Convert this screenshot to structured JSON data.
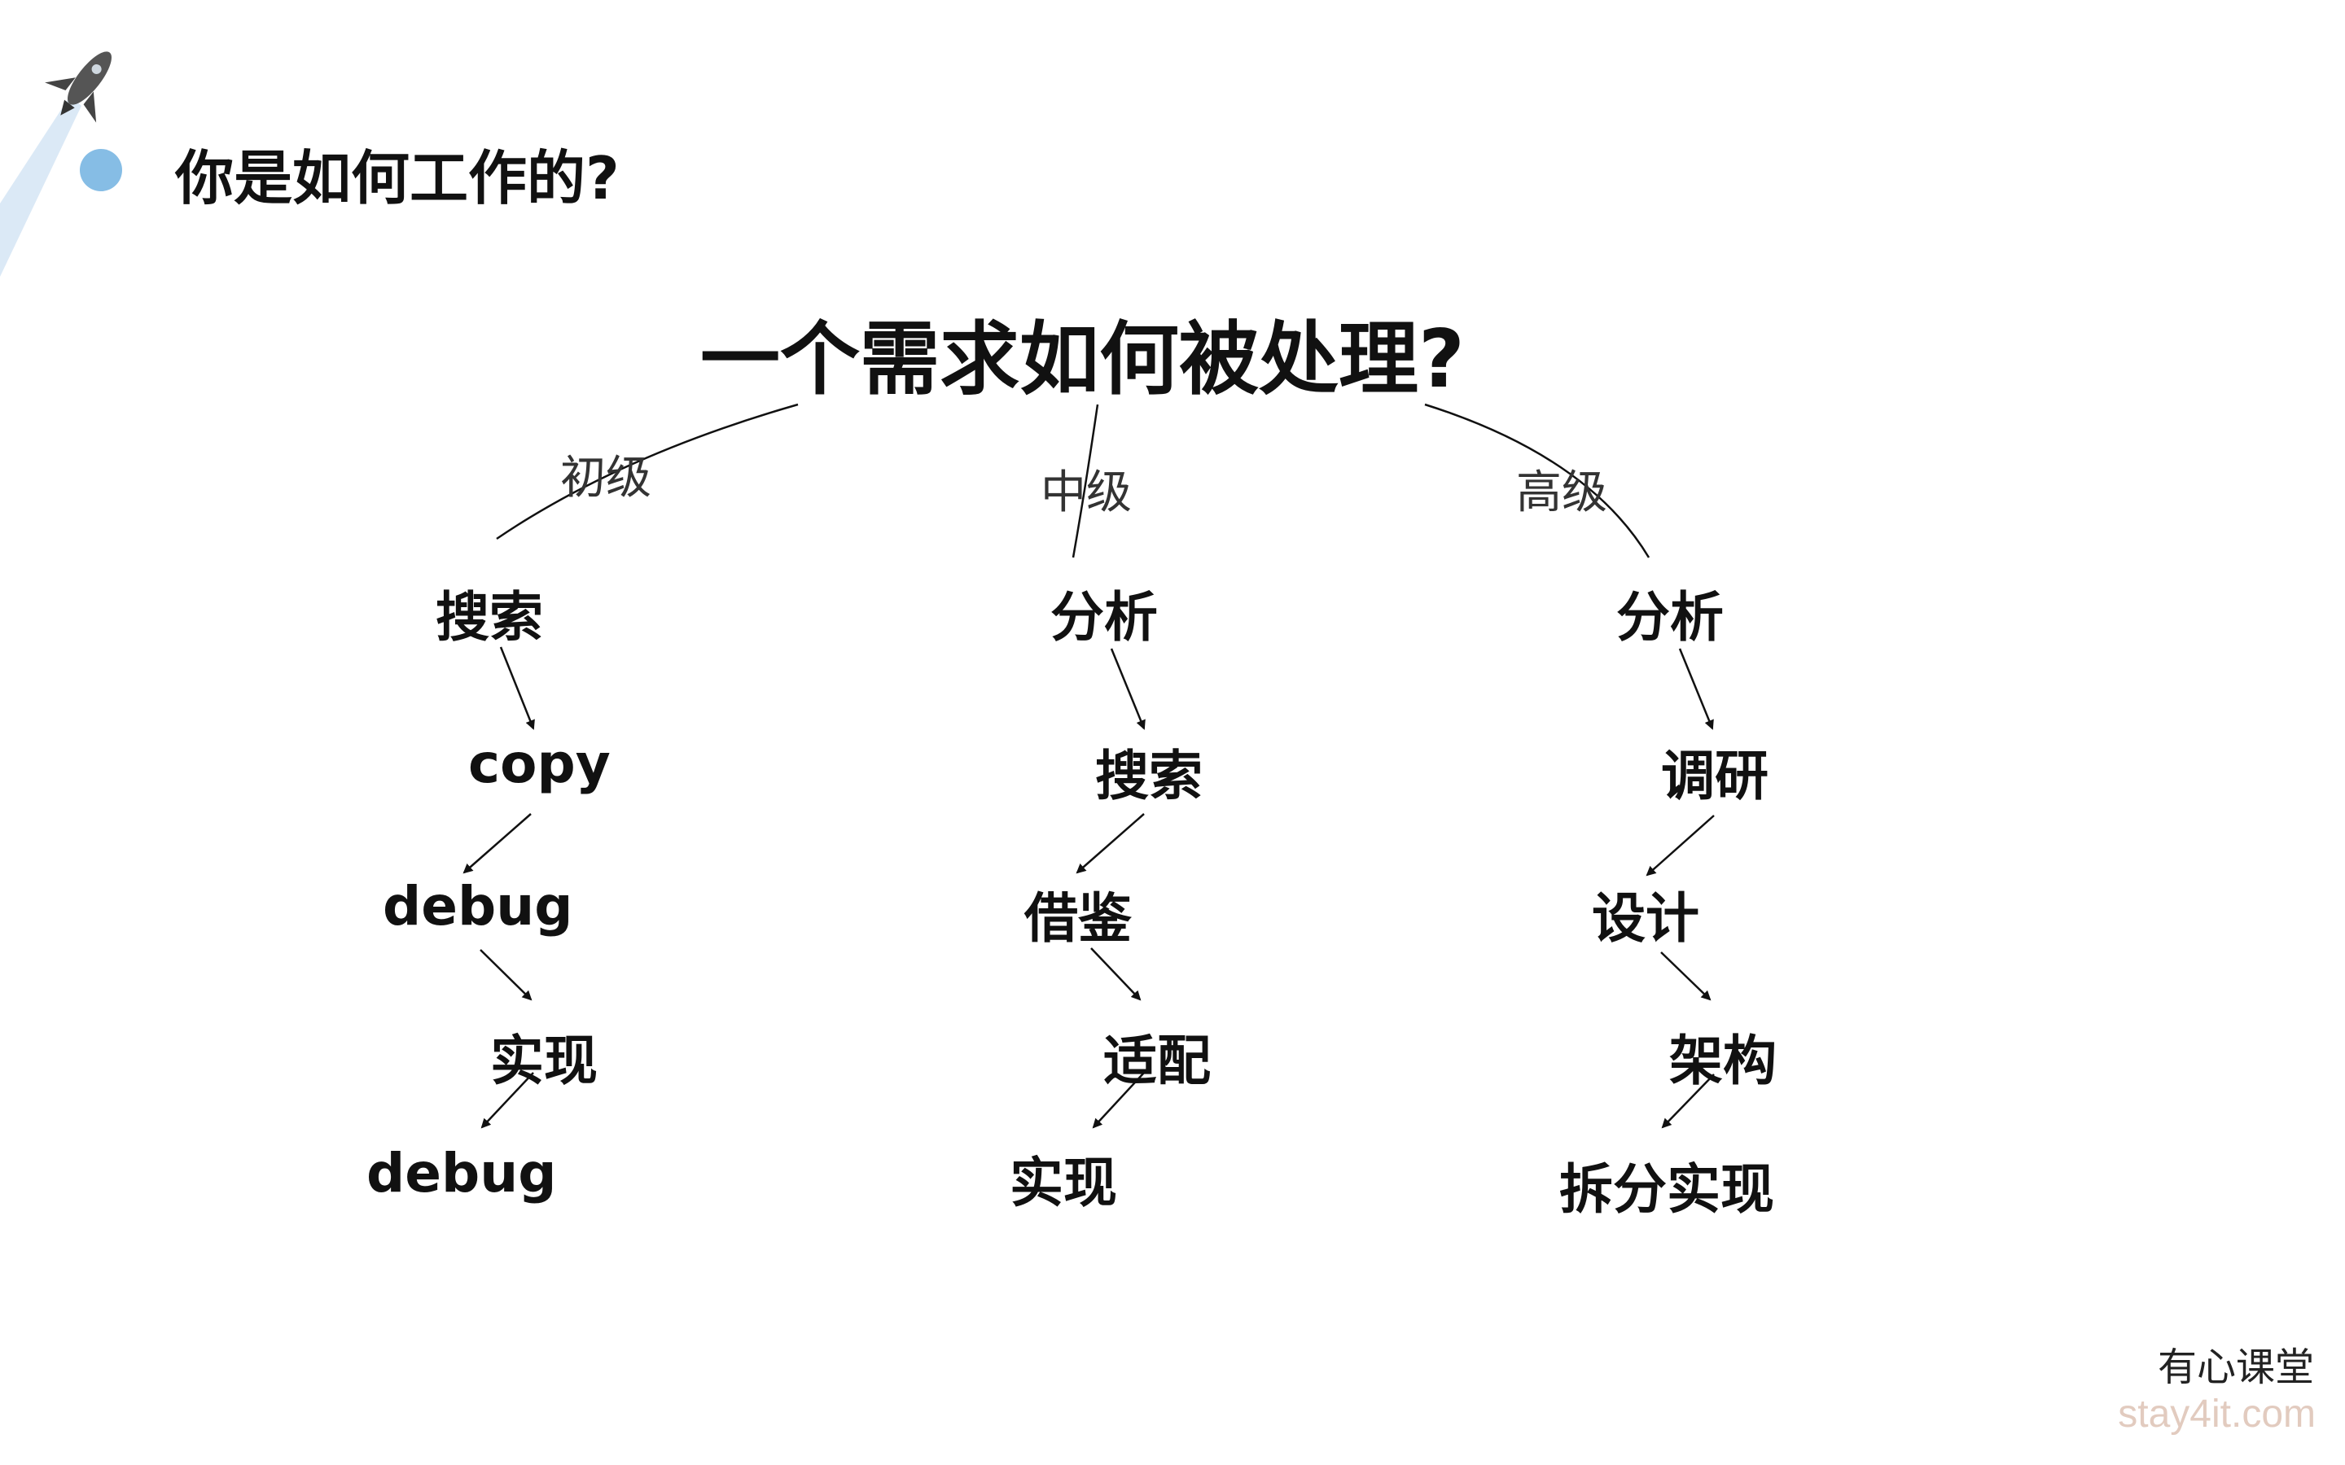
{
  "slide": {
    "heading": "你是如何工作的?",
    "title": "一个需求如何被处理?",
    "colors": {
      "bullet": "#86bde5",
      "beam": "#dbe9f6",
      "watermark": "#e2cbbf"
    },
    "icon": "rocket-ship-icon"
  },
  "tracks": [
    {
      "level": "初级",
      "steps": [
        "搜索",
        "copy",
        "debug",
        "实现",
        "debug"
      ]
    },
    {
      "level": "中级",
      "steps": [
        "分析",
        "搜索",
        "借鉴",
        "适配",
        "实现"
      ]
    },
    {
      "level": "高级",
      "steps": [
        "分析",
        "调研",
        "设计",
        "架构",
        "拆分实现"
      ]
    }
  ],
  "footer": {
    "brand": "有心课堂",
    "watermark": "stay4it.com"
  }
}
